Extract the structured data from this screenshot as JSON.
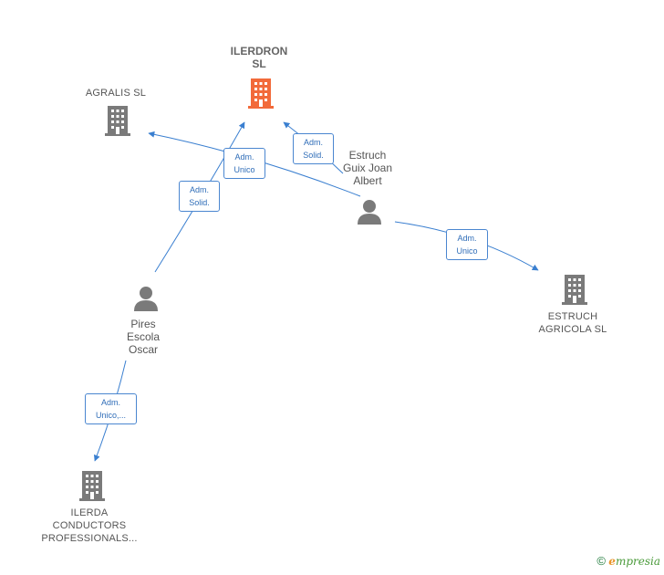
{
  "nodes": {
    "ilerdron": {
      "label_line1": "ILERDRON",
      "label_line2": "SL",
      "color": "#f26a3a"
    },
    "agralis": {
      "label": "AGRALIS  SL"
    },
    "estruch_person": {
      "line1": "Estruch",
      "line2": "Guix Joan",
      "line3": "Albert"
    },
    "estruch_agricola": {
      "line1": "ESTRUCH",
      "line2": "AGRICOLA SL"
    },
    "pires": {
      "line1": "Pires",
      "line2": "Escola",
      "line3": "Oscar"
    },
    "ilerda": {
      "line1": "ILERDA",
      "line2": "CONDUCTORS",
      "line3": "PROFESSIONALS..."
    }
  },
  "relations": {
    "pires_ilerdron": {
      "line1": "Adm.",
      "line2": "Solid."
    },
    "pires_agralis": {
      "line1": "Adm.",
      "line2": "Unico"
    },
    "estruch_ilerdron": {
      "line1": "Adm.",
      "line2": "Solid."
    },
    "estruch_agricola": {
      "line1": "Adm.",
      "line2": "Unico"
    },
    "pires_ilerda": {
      "line1": "Adm.",
      "line2": "Unico,..."
    }
  },
  "colors": {
    "company": "#7a7a7a",
    "center": "#f26a3a",
    "person": "#7a7a7a",
    "edge": "#3a7fd0"
  },
  "footer": {
    "copyright": "©",
    "brand_initial": "e",
    "brand_rest": "mpresia"
  }
}
